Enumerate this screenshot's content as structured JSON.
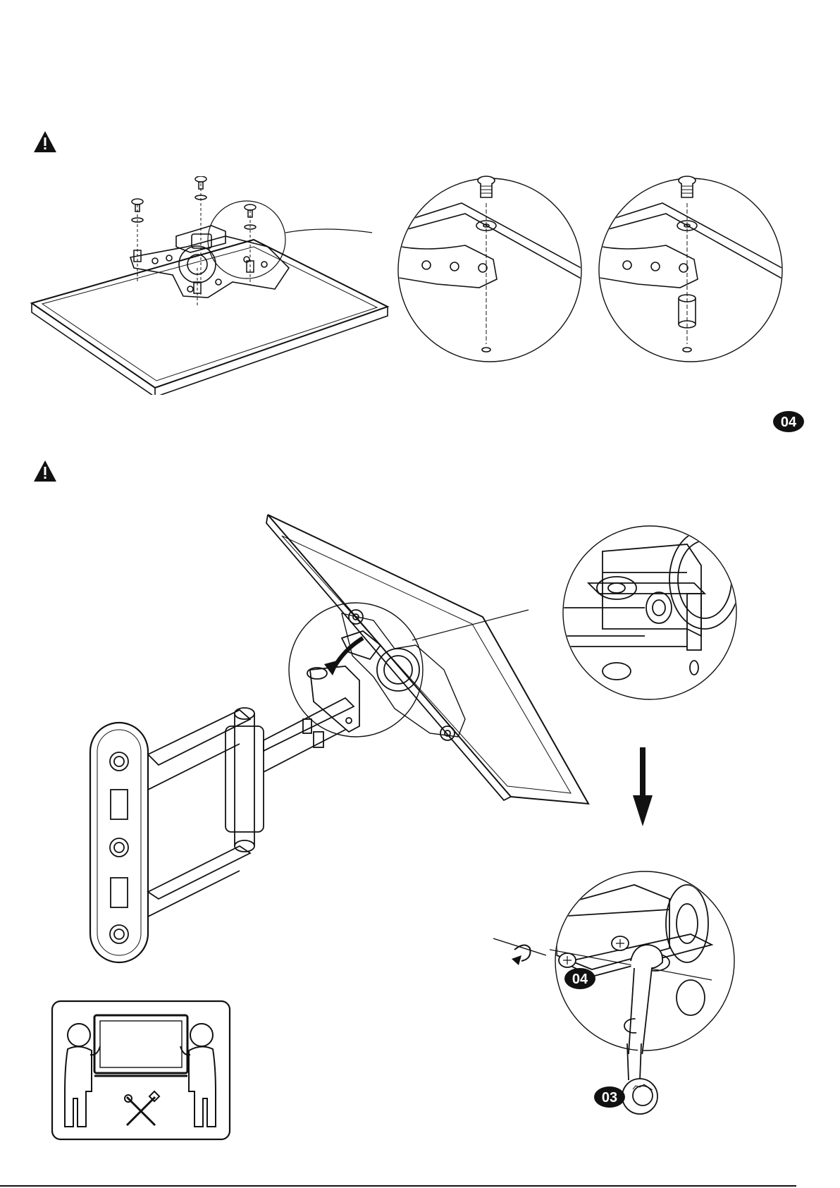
{
  "step1": {
    "badge": "04"
  },
  "step2": {
    "screw_badge": "04",
    "wrench_badge": "03"
  }
}
